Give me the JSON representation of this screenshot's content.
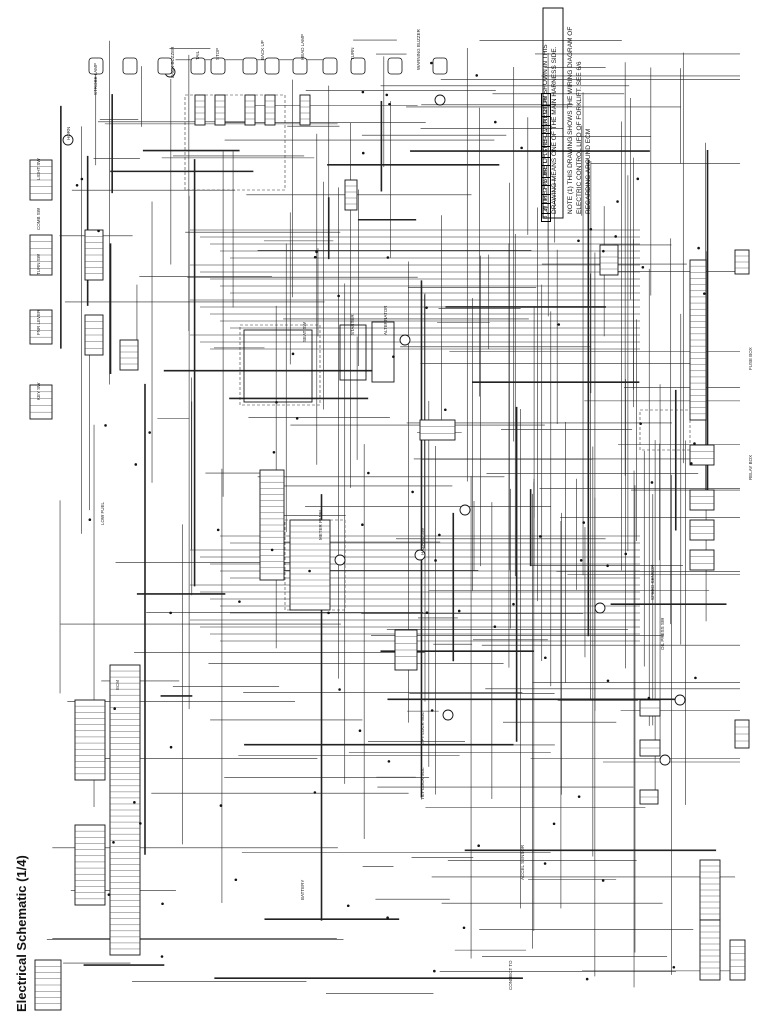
{
  "title": "Electrical Schematic (1/4)",
  "note": {
    "line1": "NOTE (1) THIS DRAWING SHOWS THE WIRING DIAGRAM OF",
    "line2": "ELECTRIC CONTROL LIFO OF FORKLIFT. SEE 6/6",
    "line3": "REGARDING AROUND ECM",
    "line4": "(2) THE FIGURE OF THE CONNECTOR SHOWN IN THIS",
    "line5": "DRAWING MEANS ONE OF THE MAIN HARNESS SIDE."
  },
  "color_codes": {
    "codes_row1": [
      "B",
      "W",
      "R",
      "G",
      "Y",
      "BR",
      "L",
      "LG",
      "OR",
      "V",
      "P",
      "SB",
      "PU"
    ],
    "codes_row2": []
  },
  "labels": [
    "STROBE LAMP",
    "HORN",
    "BACK BUZZER",
    "TAIL",
    "STOP",
    "BACK UP",
    "HEAD LAMP",
    "TURN",
    "COMB SW",
    "LIGHT SW",
    "TURN SW",
    "FNR LEVER",
    "KEY SW",
    "STARTER",
    "ALTERNATOR",
    "SEAT SW",
    "METER PANEL",
    "ECM",
    "FUSE BOX",
    "RELAY BOX",
    "SPEED SENSOR",
    "LIFT LOCK SOL",
    "TILT LOCK SOL",
    "ACCEL SENSOR",
    "BATTERY",
    "HAZARD SW",
    "WARNING BUZZER",
    "LOW FUEL",
    "OIL PRESS SW",
    "CONNECT TO"
  ]
}
